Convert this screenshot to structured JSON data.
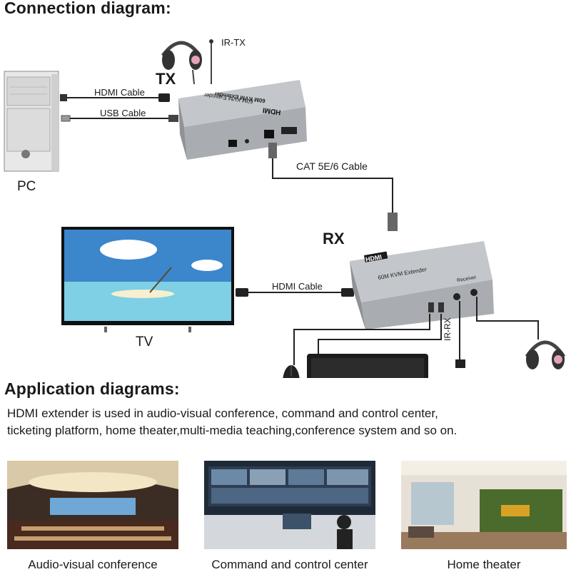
{
  "connection": {
    "title": "Connection diagram:",
    "tx_label": "TX",
    "rx_label": "RX",
    "pc_label": "PC",
    "tv_label": "TV",
    "ir_tx_label": "IR-TX",
    "ir_rx_label": "IR-RX",
    "hdmi_cable_top": "HDMI Cable",
    "usb_cable": "USB Cable",
    "cat_cable": "CAT 5E/6 Cable",
    "hdmi_cable_bottom": "HDMI Cable",
    "tx_device_text": "60M KVM Extender",
    "tx_hdmi_logo": "HDMI",
    "rx_device_text": "60M KVM Extender",
    "rx_hdmi_logo": "HDMI",
    "rx_receiver_text": "Receiver",
    "colors": {
      "device_body": "#a9acb0",
      "cable": "#222222",
      "headphone": "#e2a3b8"
    }
  },
  "application": {
    "title": "Application diagrams:",
    "description_line1": "HDMI extender is used in audio-visual conference, command and control center,",
    "description_line2": "ticketing platform, home theater,multi-media teaching,conference system and so on.",
    "scenes": [
      {
        "caption": "Audio-visual conference",
        "icon": "conference-hall-photo"
      },
      {
        "caption": "Command and control center",
        "icon": "control-room-photo"
      },
      {
        "caption": "Home theater",
        "icon": "home-theater-photo"
      }
    ]
  }
}
